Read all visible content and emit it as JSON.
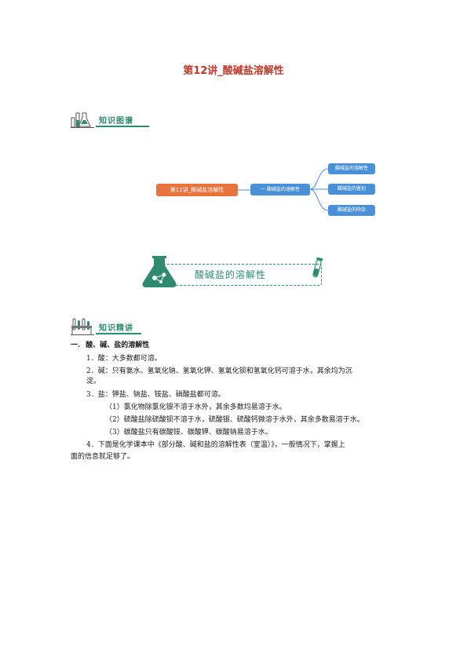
{
  "title": "第12讲_酸碱盐溶解性",
  "section1": {
    "label": "知识图谱"
  },
  "mindmap": {
    "root": "第12讲_酸碱盐溶解性",
    "middle": "一.酸碱盐的溶解性",
    "leaves": [
      "酸碱盐的溶解性",
      "酸碱盐的鉴别",
      "酸碱盐的除杂"
    ]
  },
  "banner": {
    "text": "酸碱盐的溶解性"
  },
  "section2": {
    "label": "知识精讲"
  },
  "content": {
    "heading_num": "一.",
    "heading": "酸、碱、盐的溶解性",
    "item1": "1．酸：大多数都可溶。",
    "item2_line1": "2．碱：只有氨水、氢氧化钠、氢氧化钾、氢氧化钡和氢氧化钙可溶于水，其余均为沉",
    "item2_line2": "淀。",
    "item3": "3．盐：钾盐、钠盐、铵盐、硝酸盐都可溶。",
    "sub1": "（1）氯化物除氯化银不溶于水外，其余多数均易溶于水。",
    "sub2": "（2）硫酸盐除硫酸钡不溶于水，硫酸银、硫酸钙微溶于水外，其余多数易溶于水。",
    "sub3": "（3）碳酸盐只有碳酸铵、碳酸钾、碳酸钠易溶于水。",
    "item4_line1": "4．下面是化学课本中《部分酸、碱和盐的溶解性表（室温）》，一般情况下，掌握上",
    "item4_line2": "面的信息就足够了。"
  }
}
